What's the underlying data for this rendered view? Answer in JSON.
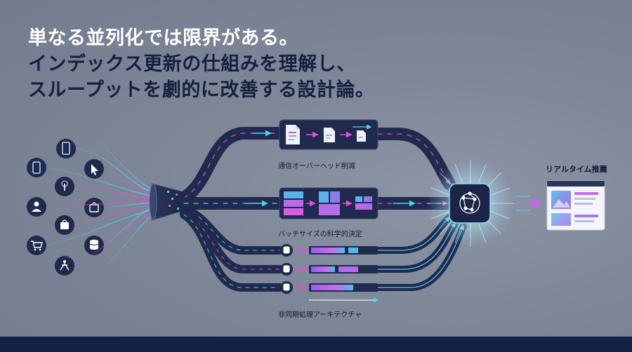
{
  "headline": {
    "line1": "単なる並列化では限界がある。",
    "line2": "インデックス更新の仕組みを理解し、",
    "line3": "スループットを劇的に改善する設計論。"
  },
  "labels": {
    "overhead": "通信オーバーヘッド削減",
    "batch": "バッチサイズの科学的決定",
    "async": "非同期処理アーキテクチャ",
    "realtime": "リアルタイム推薦"
  },
  "icons": {
    "sources": [
      "smartphone-icon",
      "cursor-click-icon",
      "tablet-icon",
      "touch-icon",
      "user-icon",
      "shopping-bag-icon",
      "bag-icon",
      "database-icon",
      "cart-icon",
      "accessibility-icon"
    ],
    "hub": "network-graph-icon",
    "output": "recommendation-window-icon"
  },
  "colors": {
    "background": "#7f8899",
    "headline_white": "#ffffff",
    "headline_navy": "#16203e",
    "node_dark": "#1f2a4d",
    "accent_pink": "#e14fd8",
    "accent_cyan": "#4fd3ee",
    "accent_purple": "#8a5cf0",
    "footer": "#152147"
  }
}
